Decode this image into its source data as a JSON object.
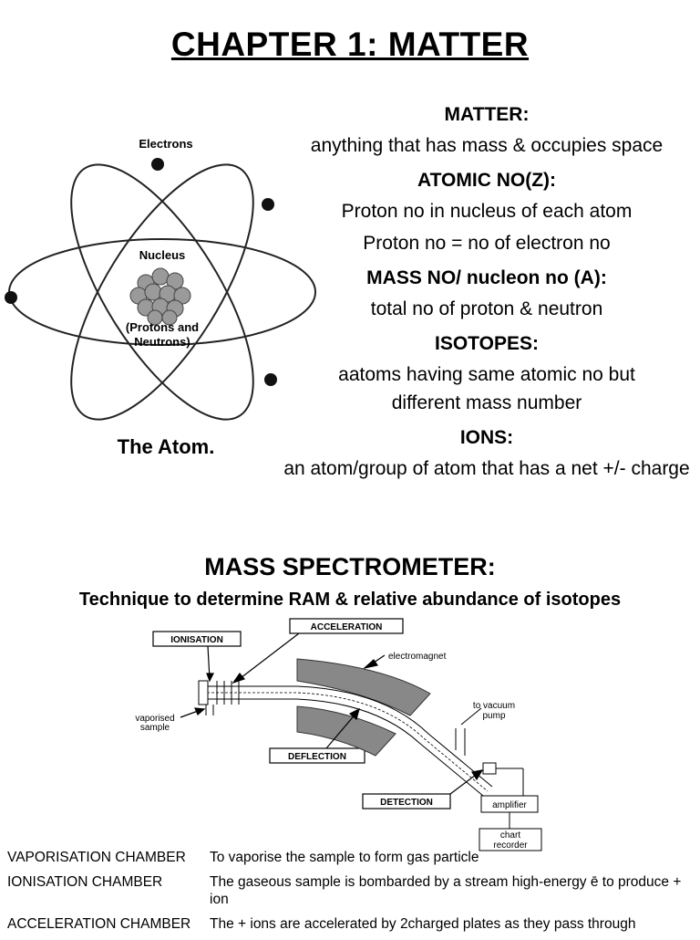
{
  "page": {
    "title": "CHAPTER 1: MATTER"
  },
  "atom_figure": {
    "electrons_label": "Electrons",
    "nucleus_label": "Nucleus",
    "protons_label_1": "(Protons and",
    "protons_label_2": "Neutrons)",
    "caption": "The Atom."
  },
  "definitions": [
    {
      "term": "MATTER:",
      "desc": "anything that has mass & occupies space"
    },
    {
      "term": "ATOMIC NO(Z):",
      "desc": "Proton no in nucleus of each atom",
      "desc2": "Proton no = no of electron no"
    },
    {
      "term": "MASS NO/ nucleon no (A):",
      "desc": "total no of proton & neutron"
    },
    {
      "term": "ISOTOPES:",
      "desc": "aatoms having same atomic no but different mass number"
    },
    {
      "term": "IONS:",
      "desc": "an atom/group of atom that has a net +/- charge"
    }
  ],
  "mass_spectrometer": {
    "title": "MASS SPECTROMETER:",
    "subtitle": "Technique to determine RAM & relative abundance of isotopes",
    "labels": {
      "ionisation": "IONISATION",
      "acceleration": "ACCELERATION",
      "electromagnet": "electromagnet",
      "vaporised_1": "vaporised",
      "vaporised_2": "sample",
      "vacuum_1": "to vacuum",
      "vacuum_2": "pump",
      "deflection": "DEFLECTION",
      "detection": "DETECTION",
      "amplifier": "amplifier",
      "chart_1": "chart",
      "chart_2": "recorder"
    }
  },
  "chambers": [
    {
      "name": "VAPORISATION CHAMBER",
      "desc": "To vaporise the sample to form gas particle"
    },
    {
      "name": "IONISATION CHAMBER",
      "desc": "The gaseous sample is bombarded by a stream high-energy ē to produce + ion"
    },
    {
      "name": "ACCELERATION CHAMBER",
      "desc": "The + ions are accelerated by 2charged plates as they pass through"
    }
  ]
}
